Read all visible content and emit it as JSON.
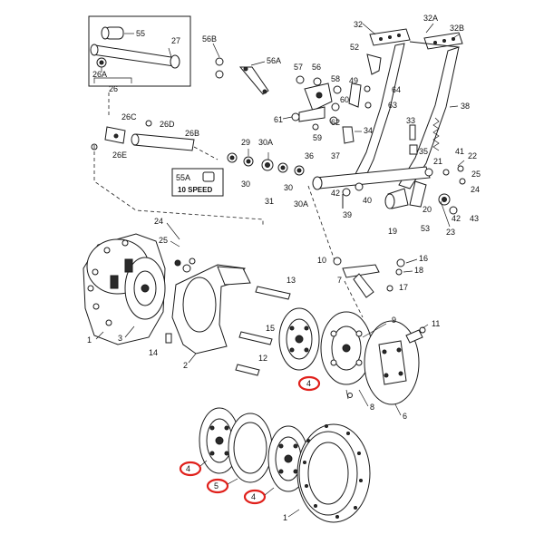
{
  "labels": {
    "p55": "55",
    "p27": "27",
    "p26a": "26A",
    "p26": "26",
    "p56b": "56B",
    "p56a": "56A",
    "p57": "57",
    "p56": "56",
    "p58": "58",
    "p60": "60",
    "p61": "61",
    "p62": "62",
    "p59": "59",
    "p32": "32",
    "p32a": "32A",
    "p32b": "32B",
    "p52": "52",
    "p49": "49",
    "p64": "64",
    "p63": "63",
    "p38": "38",
    "p33": "33",
    "p34": "34",
    "p35": "35",
    "p41": "41",
    "p36": "36",
    "p37": "37",
    "p26c": "26C",
    "p26d": "26D",
    "p26b": "26B",
    "p26e": "26E",
    "p29": "29",
    "p30a_top": "30A",
    "p30_l": "30",
    "p31": "31",
    "p30_r": "30",
    "p30a_bot": "30A",
    "p55a": "55A",
    "p10speed": "10 SPEED",
    "p22": "22",
    "p21": "21",
    "p25_r": "25",
    "p24_r": "24",
    "p42_a": "42",
    "p39": "39",
    "p40": "40",
    "p20": "20",
    "p19": "19",
    "p53": "53",
    "p23": "23",
    "p42_b": "42",
    "p43": "43",
    "p24_l": "24",
    "p25_l": "25",
    "p10": "10",
    "p16": "16",
    "p18": "18",
    "p7": "7",
    "p17": "17",
    "p13": "13",
    "p15": "15",
    "p12": "12",
    "p9": "9",
    "p11": "11",
    "p1_top": "1",
    "p3": "3",
    "p14": "14",
    "p2": "2",
    "p8": "8",
    "p6": "6",
    "p4_top": "4",
    "p4_l": "4",
    "p5": "5",
    "p4_b": "4",
    "p1_bot": "1"
  },
  "highlight_color": "#e0201b"
}
